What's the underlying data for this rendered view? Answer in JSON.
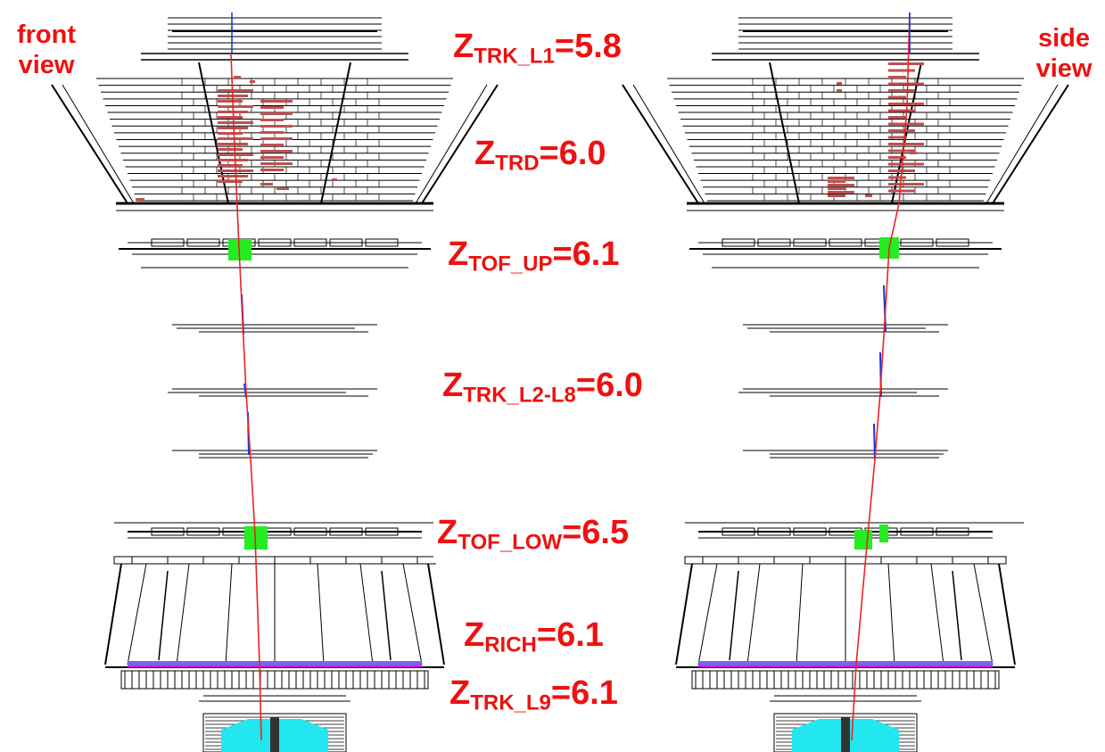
{
  "views": {
    "front": {
      "line1": "front",
      "line2": "view"
    },
    "side": {
      "line1": "side",
      "line2": "view"
    }
  },
  "z_labels": [
    {
      "id": "trk-l1",
      "base": "Z",
      "sub": "TRK_L1",
      "value": "=5.8"
    },
    {
      "id": "trd",
      "base": "Z",
      "sub": "TRD",
      "value": "=6.0"
    },
    {
      "id": "tof-up",
      "base": "Z",
      "sub": "TOF_UP",
      "value": "=6.1"
    },
    {
      "id": "trk-l2-l8",
      "base": "Z",
      "sub": "TRK_L2-L8",
      "value": "=6.0"
    },
    {
      "id": "tof-low",
      "base": "Z",
      "sub": "TOF_LOW",
      "value": "=6.5"
    },
    {
      "id": "rich",
      "base": "Z",
      "sub": "RICH",
      "value": "=6.1"
    },
    {
      "id": "trk-l9",
      "base": "Z",
      "sub": "TRK_L9",
      "value": "=6.1"
    }
  ],
  "colors": {
    "label": "#ee1111",
    "track": "#ee2222",
    "tracker_hit": "#1133dd",
    "trd_hit": "#c05050",
    "tof_hit": "#22ee22",
    "rich_ring": "#7766ee",
    "rich_line": "#ff00ff",
    "ecal_shower": "#22e6f0",
    "detector": "#000000"
  }
}
